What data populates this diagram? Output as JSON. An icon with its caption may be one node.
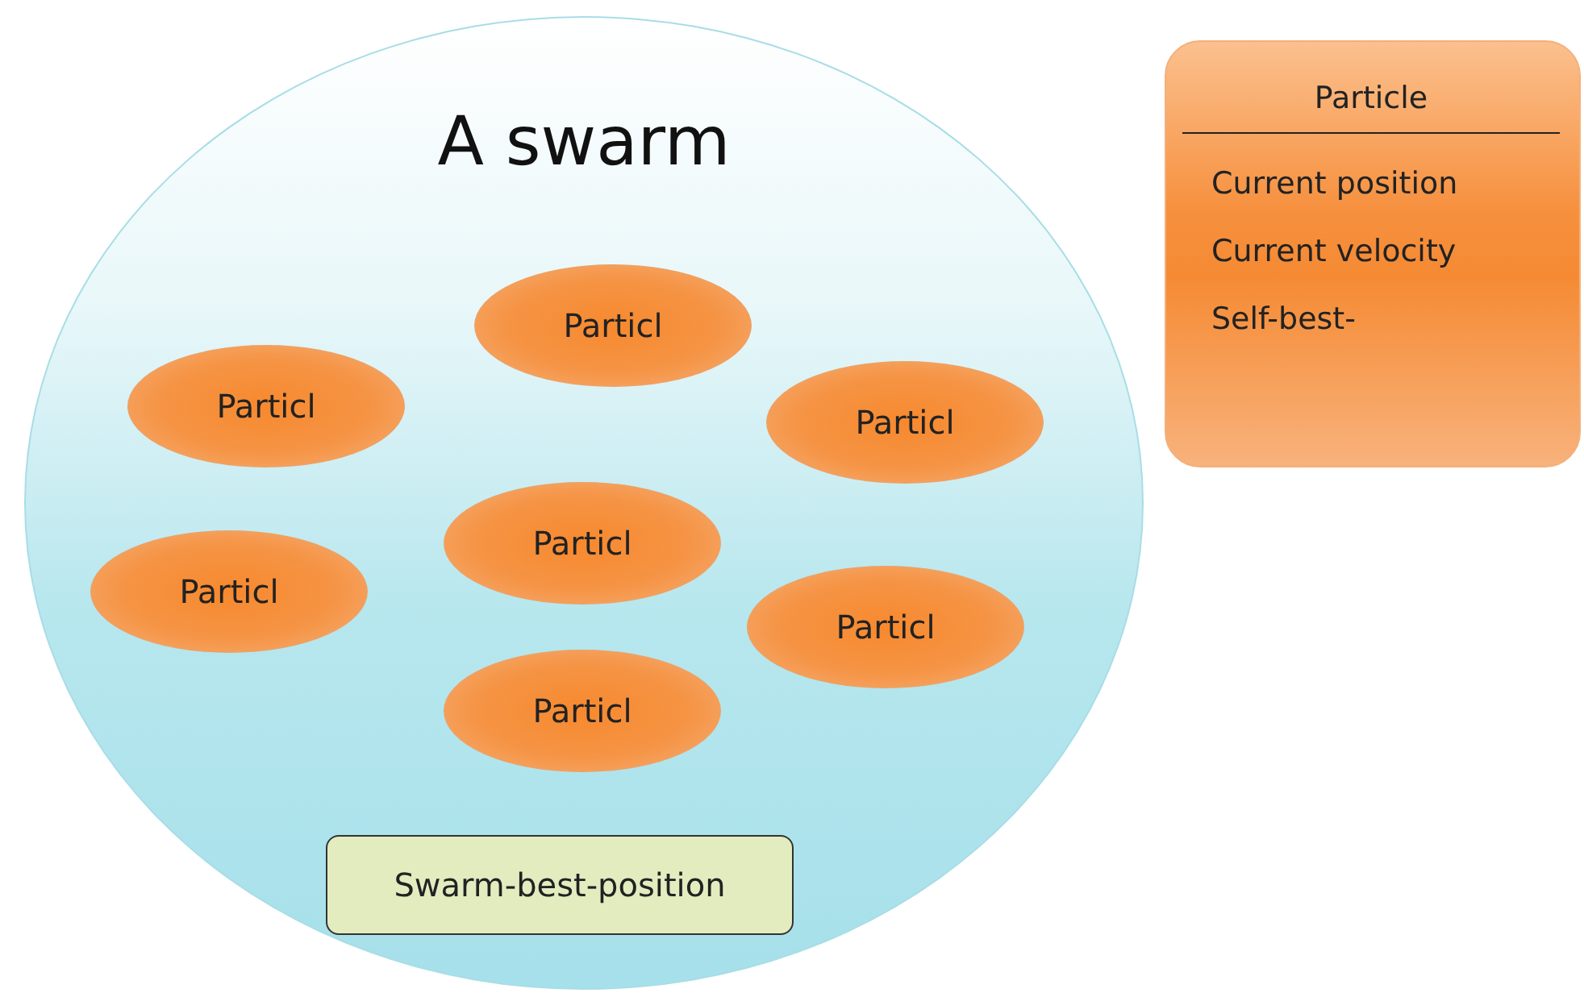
{
  "diagram": {
    "nodes": [
      {
        "text": [
          "A swarm"
        ]
      },
      {
        "text": [
          "Particl"
        ],
        "in": 0
      },
      {
        "text": [
          "Particl"
        ],
        "in": 0
      },
      {
        "text": [
          "Particl"
        ],
        "in": 0
      },
      {
        "text": [
          "Particl"
        ],
        "in": 0
      },
      {
        "text": [
          "Particl"
        ],
        "in": 0
      },
      {
        "text": [
          "Particl"
        ],
        "in": 0
      },
      {
        "text": [
          "Particl"
        ],
        "in": 0
      },
      {
        "text": [
          "Swarm-best-position"
        ],
        "in": 0
      },
      {
        "text": [
          "Particle",
          "Current position",
          "Current velocity",
          "Self-best-"
        ]
      }
    ]
  }
}
